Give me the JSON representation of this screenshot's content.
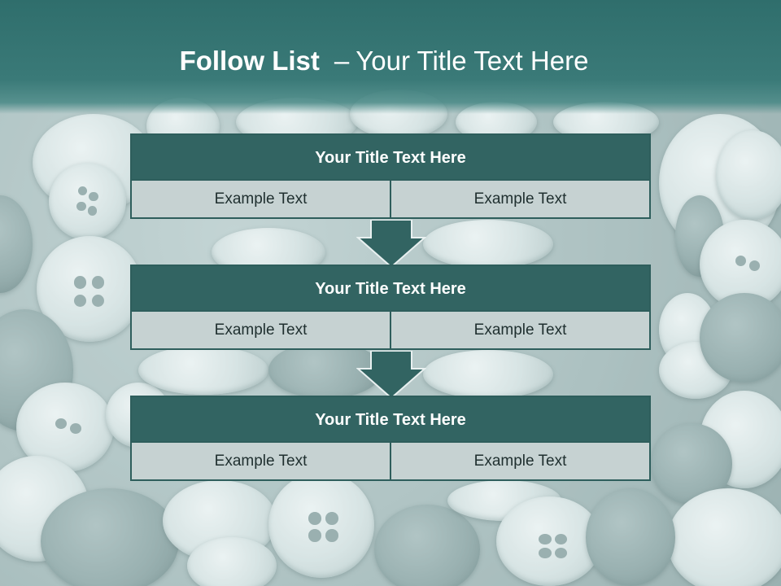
{
  "slide": {
    "title_bold": "Follow List",
    "title_dash": "–",
    "title_rest": "Your Title Text Here"
  },
  "colors": {
    "header": "#2f6e6c",
    "block_head": "#326462",
    "block_row": "#c6d2d2",
    "arrow": "#326462"
  },
  "blocks": [
    {
      "title": "Your Title Text Here",
      "cells": [
        "Example Text",
        "Example Text"
      ]
    },
    {
      "title": "Your Title Text Here",
      "cells": [
        "Example Text",
        "Example Text"
      ]
    },
    {
      "title": "Your Title Text Here",
      "cells": [
        "Example Text",
        "Example Text"
      ]
    }
  ],
  "icons": [
    "down-arrow-icon",
    "down-arrow-icon"
  ]
}
